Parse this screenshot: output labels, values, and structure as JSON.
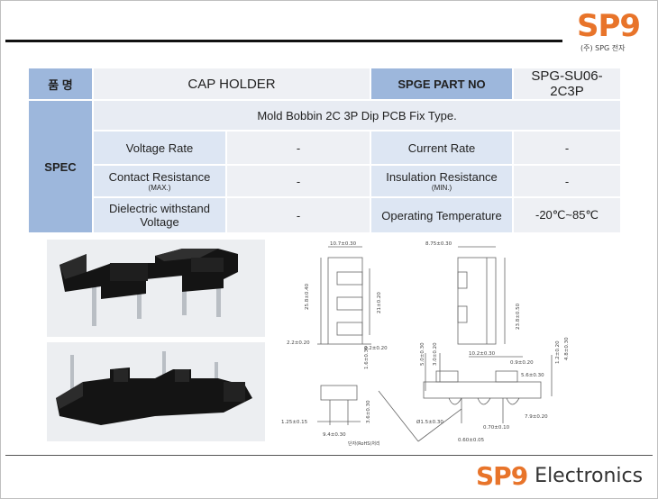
{
  "logo": {
    "mark": "SP9",
    "sub": "(주) SPG 전자"
  },
  "table": {
    "name_label": "품  명",
    "name_value": "CAP HOLDER",
    "partno_label": "SPGE PART NO",
    "partno_value": "SPG-SU06-2C3P",
    "spec_label": "SPEC",
    "spec_title": "Mold Bobbin 2C 3P Dip PCB Fix Type.",
    "rows": [
      {
        "l1": "Voltage Rate",
        "l1_sub": "",
        "v1": "-",
        "l2": "Current Rate",
        "l2_sub": "",
        "v2": "-"
      },
      {
        "l1": "Contact Resistance",
        "l1_sub": "(MAX.)",
        "v1": "-",
        "l2": "Insulation Resistance",
        "l2_sub": "(MIN.)",
        "v2": "-"
      },
      {
        "l1": "Dielectric withstand Voltage",
        "l1_sub": "",
        "v1": "-",
        "l2": "Operating Temperature",
        "l2_sub": "",
        "v2": "-20℃~85℃"
      }
    ]
  },
  "drawing": {
    "dims": [
      "10.7±0.30",
      "25.8±0.40",
      "21±0.20",
      "2.2±0.20",
      "2.2±0.20",
      "8.75±0.30",
      "23.8±0.50",
      "1.6±0.30",
      "5.0±0.30",
      "3.0±0.20",
      "10.2±0.30",
      "0.9±0.20",
      "5.6±0.30",
      "1.2±0.20",
      "4.8±0.30",
      "3.6±0.30",
      "1.25±0.15",
      "9.4±0.30",
      "0.70±0.10",
      "7.9±0.20",
      "0.60±0.05"
    ],
    "hole_label": "Ø1.5±0.30",
    "note": "단자(RoHS)처리"
  },
  "footer": {
    "mark": "SP9",
    "word": "Electronics"
  },
  "colors": {
    "brand": "#e8742a",
    "header": "#9db7dc",
    "label": "#dde6f3"
  }
}
